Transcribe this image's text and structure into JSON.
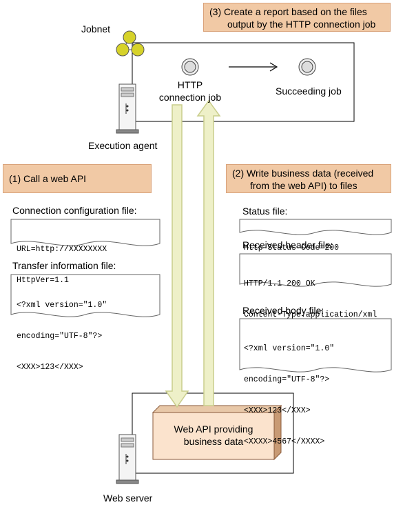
{
  "callouts": {
    "step3": {
      "line1": "(3)  Create a report based on the files",
      "line2": "output by the HTTP connection job"
    },
    "step1": "(1)  Call a web API",
    "step2": {
      "line1": "(2)  Write business data (received",
      "line2": "from the web API) to files"
    }
  },
  "jobnet": {
    "label": "Jobnet",
    "http_job": {
      "line1": "HTTP",
      "line2": "connection job"
    },
    "succeeding_job": "Succeeding job"
  },
  "execution_agent": "Execution agent",
  "left_files": {
    "connection": {
      "title": "Connection configuration file:",
      "lines": [
        "URL=http://XXXXXXXX",
        "HttpVer=1.1"
      ]
    },
    "transfer": {
      "title": "Transfer information file:",
      "lines": [
        "<?xml version=\"1.0\"",
        "encoding=\"UTF-8\"?>",
        "<XXX>123</XXX>"
      ]
    }
  },
  "right_files": {
    "status": {
      "title": "Status file:",
      "lines": [
        "Http-Status-Code=200"
      ]
    },
    "header": {
      "title": "Received header file:",
      "lines": [
        "HTTP/1.1 200 OK",
        "Content-Type:application/xml"
      ]
    },
    "body": {
      "title": "Received body file:",
      "lines": [
        "<?xml version=\"1.0\"",
        "encoding=\"UTF-8\"?>",
        "<XXX>123</XXX>",
        "<XXXX>4567</XXXX>"
      ]
    }
  },
  "web_api": {
    "line1": "Web API providing",
    "line2": "business data"
  },
  "web_server": "Web server",
  "colors": {
    "callout": "#f1c9a5",
    "arrow_fill": "#eef0c8",
    "arrow_stroke": "#c9cd8c",
    "web_api_fill": "#fbe3cd",
    "jobnet_icon": "#d6d22a"
  }
}
